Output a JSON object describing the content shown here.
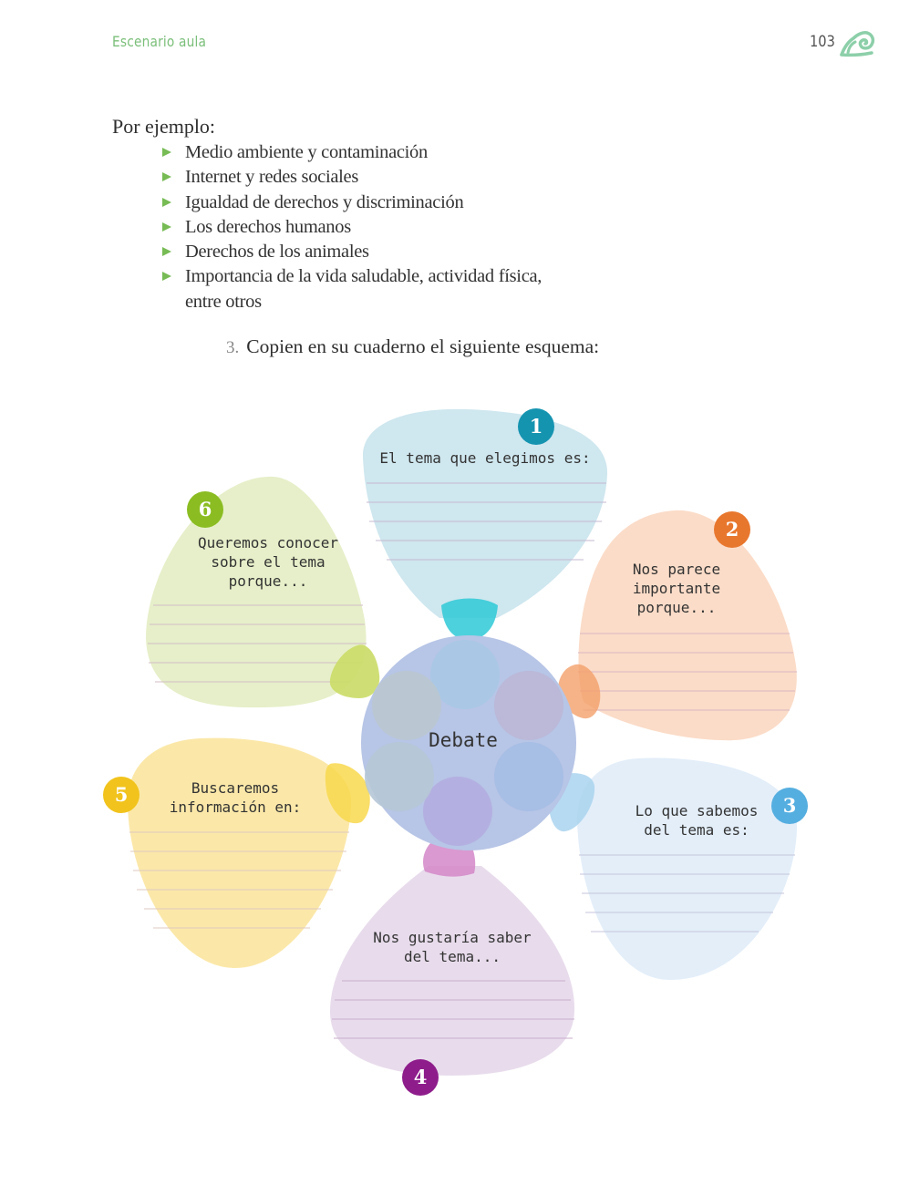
{
  "header": {
    "section_title": "Escenario aula",
    "page_number": "103"
  },
  "intro": "Por ejemplo:",
  "examples": [
    "Medio ambiente y contaminación",
    "Internet y redes sociales",
    "Igualdad de derechos y discriminación",
    "Los derechos humanos",
    "Derechos de los animales",
    "Importancia de la vida saludable, actividad física,",
    "entre otros"
  ],
  "instruction": {
    "number": "3.",
    "text": "Copien en su cuaderno el siguiente esquema:"
  },
  "diagram": {
    "center": "Debate",
    "petals": [
      {
        "number": "1",
        "label": "El tema que elegimos es:",
        "color": "#cfe7ef",
        "badge_color": "#1594b0"
      },
      {
        "number": "2",
        "label": "Nos parece\nimportante\nporque...",
        "color": "#fbdcc8",
        "badge_color": "#e8772e"
      },
      {
        "number": "3",
        "label": "Lo que sabemos\ndel tema es:",
        "color": "#e3eef9",
        "badge_color": "#55aee0"
      },
      {
        "number": "4",
        "label": "Nos gustaría saber\ndel tema...",
        "color": "#e8dcec",
        "badge_color": "#8e1d8b"
      },
      {
        "number": "5",
        "label": "Buscaremos\ninformación en:",
        "color": "#fbe8a9",
        "badge_color": "#f1c31c"
      },
      {
        "number": "6",
        "label": "Queremos conocer\nsobre el tema\nporque...",
        "color": "#e6efc9",
        "badge_color": "#8bbd22"
      }
    ]
  }
}
